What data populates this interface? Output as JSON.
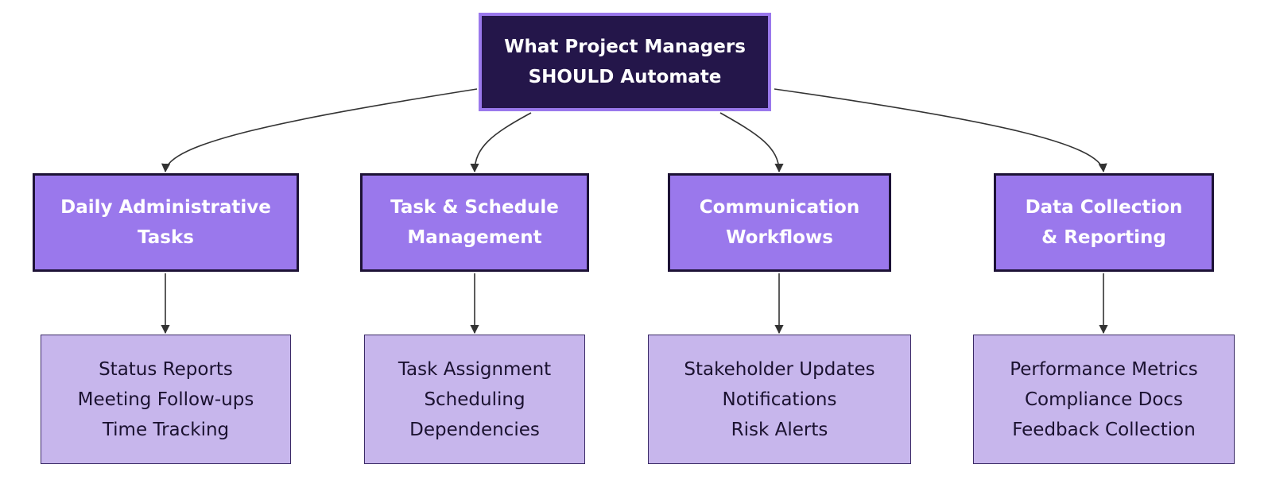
{
  "root": {
    "lines": [
      "What Project Managers",
      "SHOULD Automate"
    ]
  },
  "categories": [
    {
      "lines": [
        "Daily Administrative",
        "Tasks"
      ],
      "items": [
        "Status Reports",
        "Meeting Follow-ups",
        "Time Tracking"
      ]
    },
    {
      "lines": [
        "Task & Schedule",
        "Management"
      ],
      "items": [
        "Task Assignment",
        "Scheduling",
        "Dependencies"
      ]
    },
    {
      "lines": [
        "Communication",
        "Workflows"
      ],
      "items": [
        "Stakeholder Updates",
        "Notifications",
        "Risk Alerts"
      ]
    },
    {
      "lines": [
        "Data Collection",
        "& Reporting"
      ],
      "items": [
        "Performance Metrics",
        "Compliance Docs",
        "Feedback Collection"
      ]
    }
  ],
  "colors": {
    "root_fill": "#24164a",
    "root_border": "#9a78ec",
    "category_fill": "#9a78ec",
    "leaf_fill": "#c7b6ec",
    "edge": "#333333"
  }
}
